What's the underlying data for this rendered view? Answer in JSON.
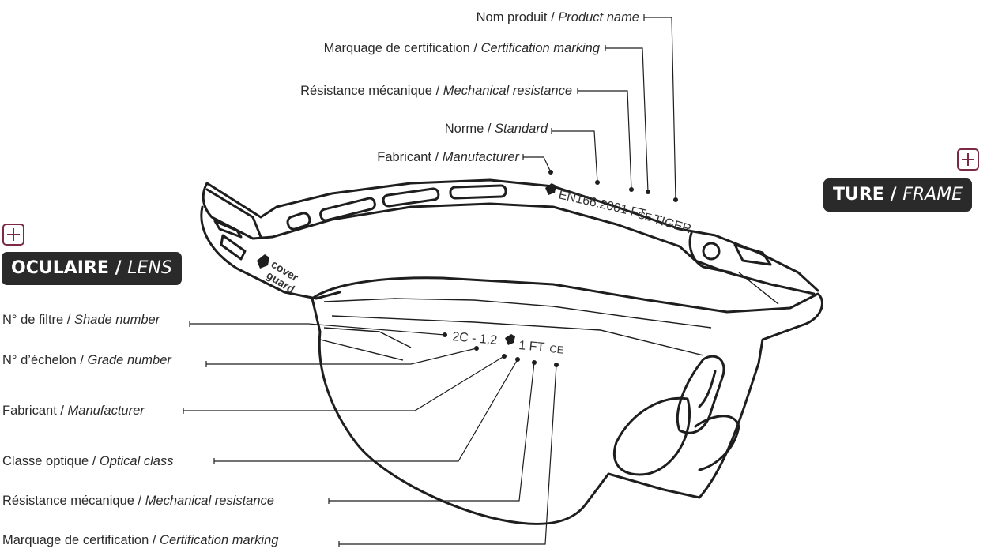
{
  "frame_badge": {
    "bold": "TURE / ",
    "italic": "FRAME"
  },
  "lens_badge": {
    "bold": "OCULAIRE / ",
    "italic": "LENS"
  },
  "frame_labels": [
    {
      "fr": "Nom produit / ",
      "en": "Product name"
    },
    {
      "fr": "Marquage de certification / ",
      "en": "Certification marking"
    },
    {
      "fr": "Résistance mécanique / ",
      "en": "Mechanical resistance"
    },
    {
      "fr": "Norme / ",
      "en": "Standard"
    },
    {
      "fr": "Fabricant / ",
      "en": "Manufacturer"
    }
  ],
  "lens_labels": [
    {
      "fr": "N° de filtre / ",
      "en": "Shade number"
    },
    {
      "fr": "N° d’échelon / ",
      "en": "Grade number"
    },
    {
      "fr": "Fabricant / ",
      "en": "Manufacturer"
    },
    {
      "fr": "Classe optique / ",
      "en": "Optical class"
    },
    {
      "fr": "Résistance mécanique / ",
      "en": "Mechanical resistance"
    },
    {
      "fr": "Marquage de certification / ",
      "en": "Certification marking"
    }
  ],
  "temple_marking": "EN166:2001 FT",
  "temple_ce": "CE",
  "temple_product": "TIGER",
  "lens_marking": "2C - 1,2",
  "lens_marking_2": "1 FT",
  "lens_ce": "CE",
  "logo_text_1": "cover",
  "logo_text_2": "guard",
  "colors": {
    "accent": "#7a2a45",
    "badge": "#2a2a2a"
  }
}
